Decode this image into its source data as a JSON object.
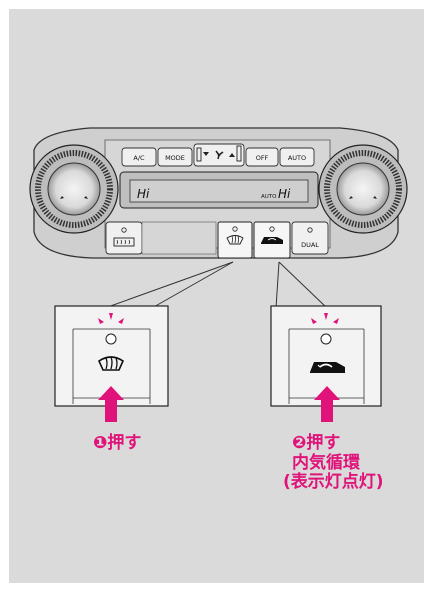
{
  "panel": {
    "buttons": {
      "ac": "A/C",
      "mode": "MODE",
      "off": "OFF",
      "auto": "AUTO",
      "dual": "DUAL"
    },
    "display": {
      "left": "Hi",
      "right_prefix": "AUTO",
      "right": "Hi"
    }
  },
  "icons": [
    "rear-defrost-icon",
    "front-defrost-icon",
    "recirculation-icon",
    "fan-icon",
    "led-indicator-icon",
    "press-arrow-icon"
  ],
  "steps": [
    {
      "marker": "❶",
      "text": "押す"
    },
    {
      "marker": "❷",
      "text": "押す",
      "detail_1": "内気循環",
      "detail_2": "(表示灯点灯)"
    }
  ],
  "colors": {
    "accent": "#e0137a",
    "background": "#dadada",
    "panel": "#c8c8c8"
  }
}
